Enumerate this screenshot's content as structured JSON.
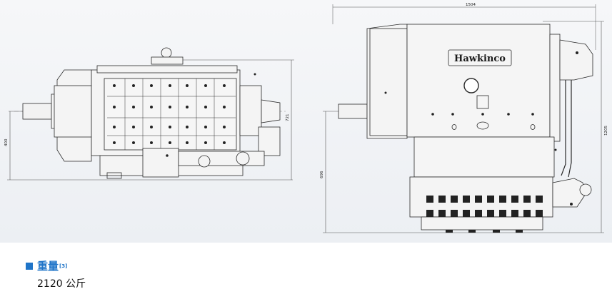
{
  "drawing": {
    "left_view": {
      "dim_height_total": "721",
      "dim_shaft_height": "400"
    },
    "right_view": {
      "dim_width": "1504",
      "dim_height_total": "1205",
      "dim_shaft_height": "696",
      "brand_logo": "Hawkinco"
    }
  },
  "spec": {
    "title": "重量",
    "footnote": "[3]",
    "value": "2120 公斤"
  },
  "colors": {
    "accent": "#1f74c8",
    "panel_bg": "#eef0f3",
    "machine_fill": "#f2f2f2",
    "outline": "#2a2a2a"
  }
}
